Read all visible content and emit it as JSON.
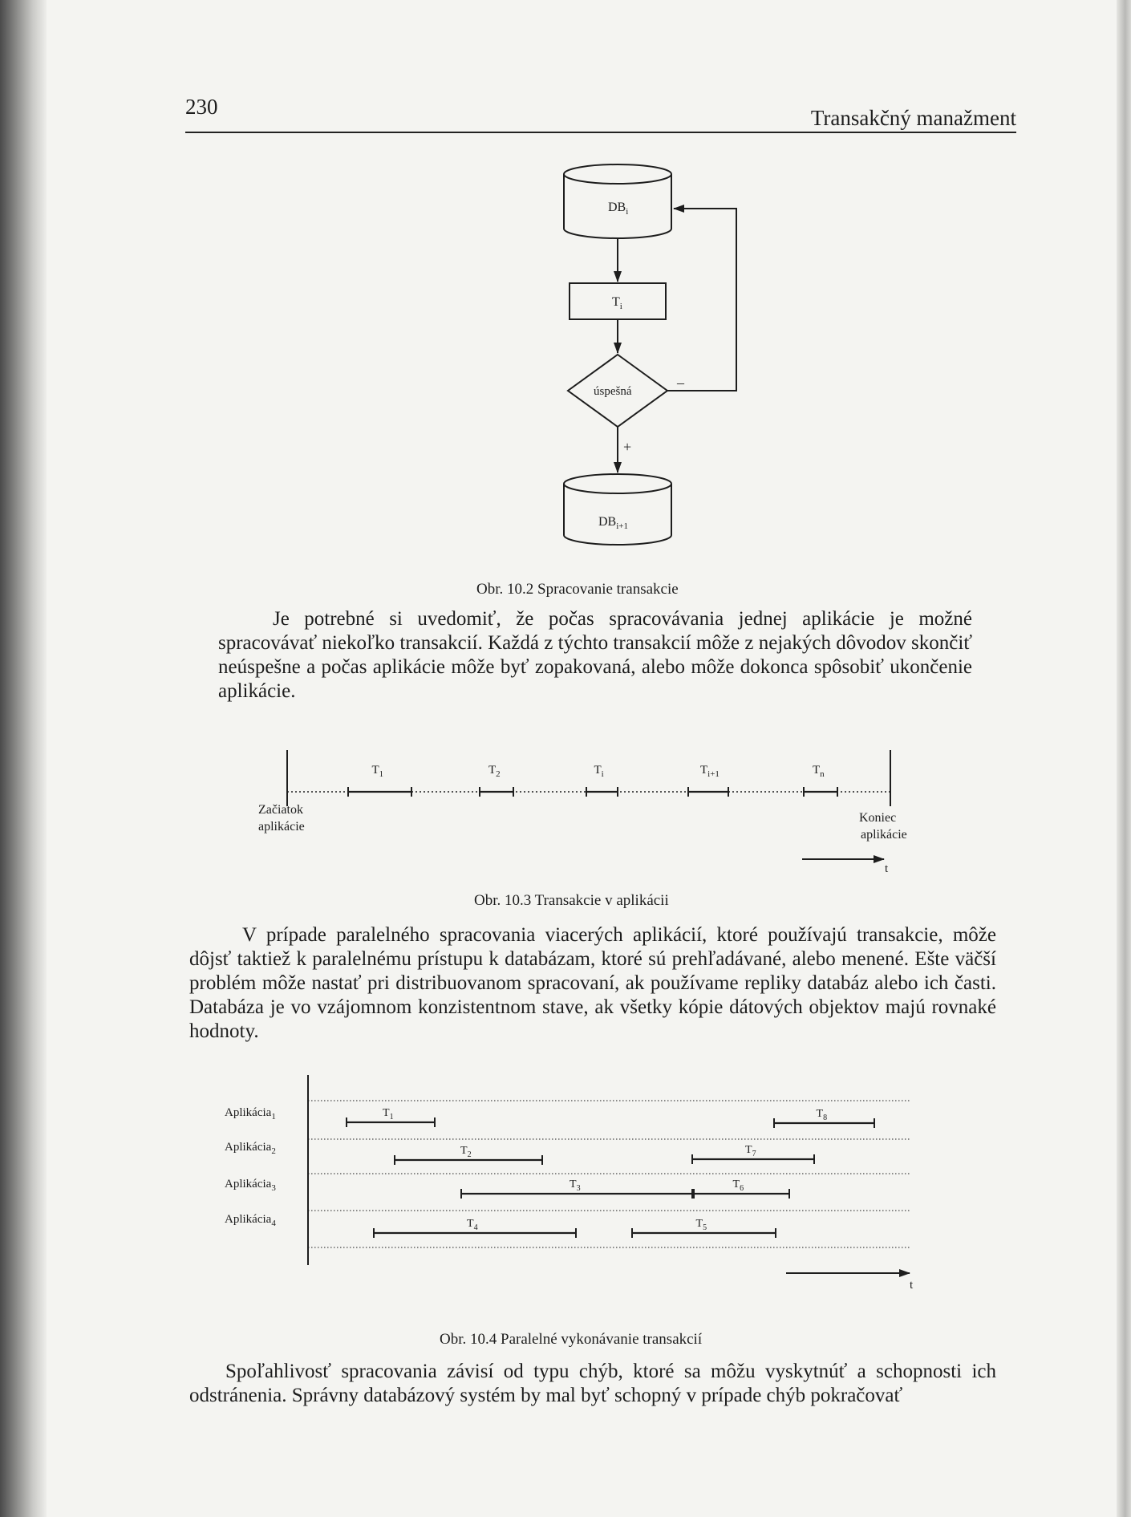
{
  "header": {
    "page_number": "230",
    "title": "Transakčný manažment"
  },
  "figure_10_2": {
    "db_top": "DB",
    "db_top_sub": "i",
    "process": "T",
    "process_sub": "i",
    "decision": "úspešná",
    "minus": "–",
    "plus": "+",
    "db_bottom": "DB",
    "db_bottom_sub": "i+1",
    "caption": "Obr. 10.2 Spracovanie transakcie"
  },
  "paragraph_1": "Je potrebné si uvedomiť, že počas spracovávania jednej aplikácie je možné spracovávať niekoľko transakcií. Každá z týchto transakcií môže z nejakých dôvodov skončiť neúspešne a počas aplikácie môže byť zopakovaná, alebo môže dokonca spôsobiť ukončenie aplikácie.",
  "figure_10_3": {
    "start_label_1": "Začiatok",
    "start_label_2": "aplikácie",
    "end_label_1": "Koniec",
    "end_label_2": "aplikácie",
    "time_label": "t",
    "segments": [
      {
        "name": "T",
        "sub": "1"
      },
      {
        "name": "T",
        "sub": "2"
      },
      {
        "name": "T",
        "sub": "i"
      },
      {
        "name": "T",
        "sub": "i+1"
      },
      {
        "name": "T",
        "sub": "n"
      }
    ],
    "caption": "Obr. 10.3 Transakcie v aplikácii"
  },
  "paragraph_2": "V prípade paralelného spracovania viacerých aplikácií, ktoré používajú transakcie, môže dôjsť taktiež k paralelnému prístupu k databázam, ktoré sú prehľadávané, alebo menené. Ešte väčší problém môže nastať pri distribuovanom spracovaní, ak používame repliky databáz alebo ich časti. Databáza je vo vzájomnom konzistentnom stave, ak všetky kópie dátových objektov majú rovnaké hodnoty.",
  "figure_10_4": {
    "apps": [
      {
        "label": "Aplikácia",
        "sub": "1"
      },
      {
        "label": "Aplikácia",
        "sub": "2"
      },
      {
        "label": "Aplikácia",
        "sub": "3"
      },
      {
        "label": "Aplikácia",
        "sub": "4"
      }
    ],
    "transactions": [
      {
        "name": "T",
        "sub": "1"
      },
      {
        "name": "T",
        "sub": "2"
      },
      {
        "name": "T",
        "sub": "3"
      },
      {
        "name": "T",
        "sub": "4"
      },
      {
        "name": "T",
        "sub": "5"
      },
      {
        "name": "T",
        "sub": "6"
      },
      {
        "name": "T",
        "sub": "7"
      },
      {
        "name": "T",
        "sub": "8"
      }
    ],
    "time_label": "t",
    "caption": "Obr. 10.4 Paralelné vykonávanie transakcií"
  },
  "paragraph_3": "Spoľahlivosť spracovania závisí od typu chýb, ktoré sa môžu vyskytnúť a schopnosti ich odstránenia. Správny databázový systém by mal byť schopný v prípade chýb pokračovať"
}
